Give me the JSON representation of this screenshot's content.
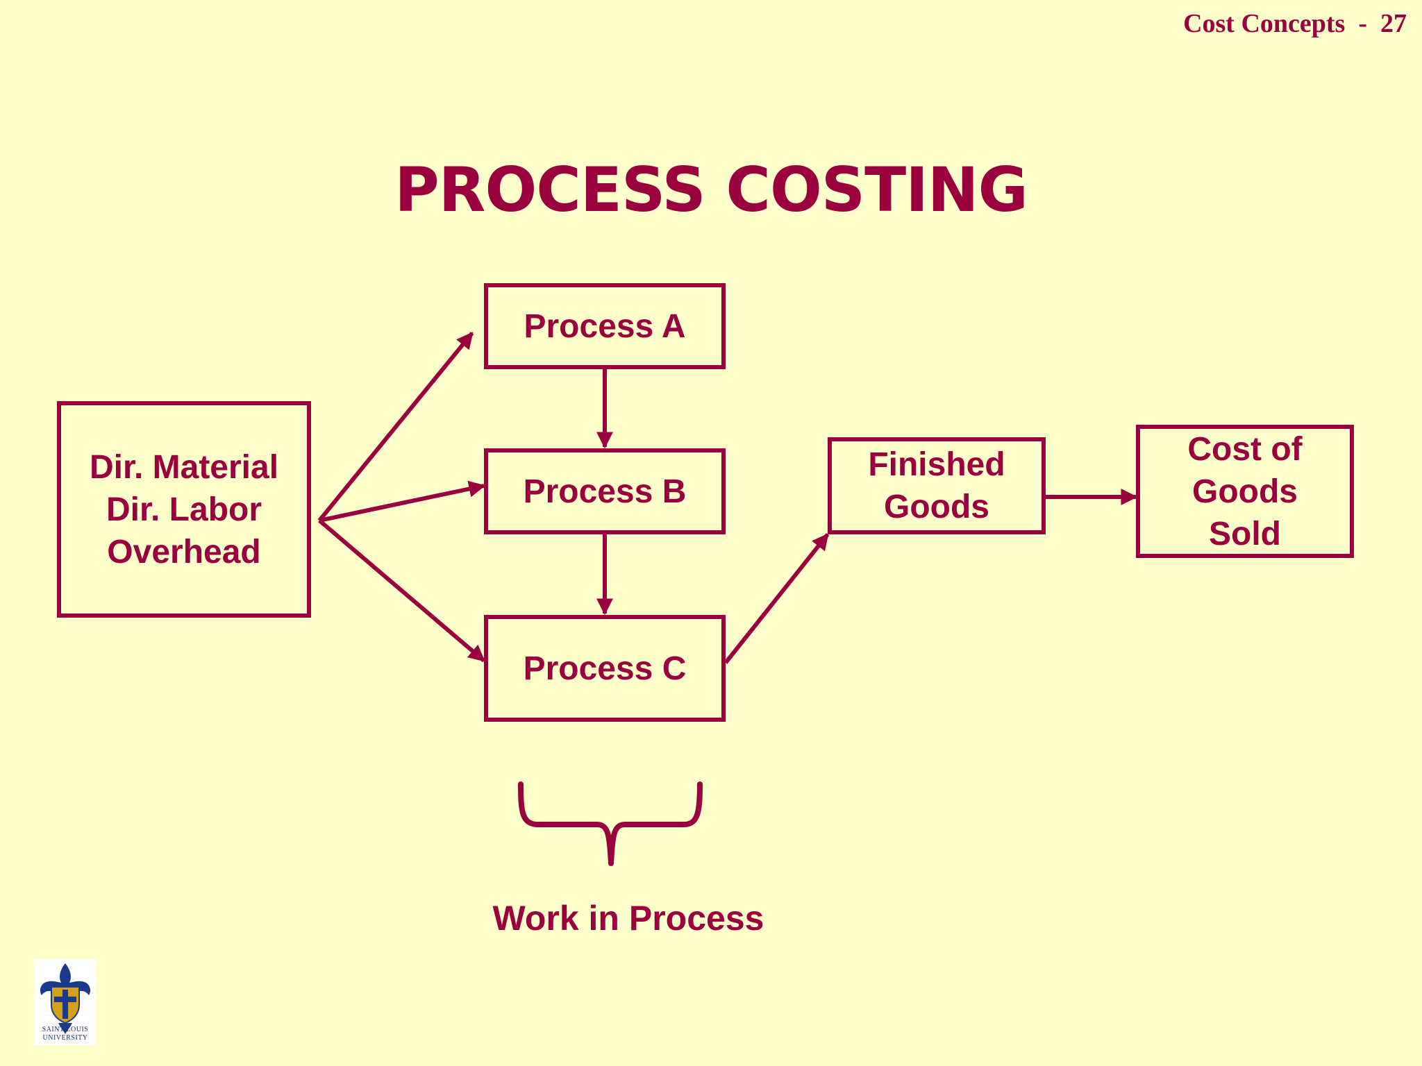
{
  "header": {
    "section": "Cost Concepts",
    "separator": "-",
    "page_number": "27"
  },
  "title": "PROCESS COSTING",
  "nodes": {
    "inputs": [
      "Dir. Material",
      "Dir. Labor",
      "Overhead"
    ],
    "process_a": "Process A",
    "process_b": "Process B",
    "process_c": "Process C",
    "finished_goods": [
      "Finished",
      "Goods"
    ],
    "cost_of_goods_sold": [
      "Cost of",
      "Goods",
      "Sold"
    ]
  },
  "brace_label": "Work in Process",
  "logo": {
    "line1": "SAINT LOUIS",
    "line2": "UNIVERSITY"
  },
  "colors": {
    "accent": "#99003d",
    "background": "#ffffcc",
    "logo_blue": "#1a3a8c",
    "logo_gold": "#d4a017"
  }
}
